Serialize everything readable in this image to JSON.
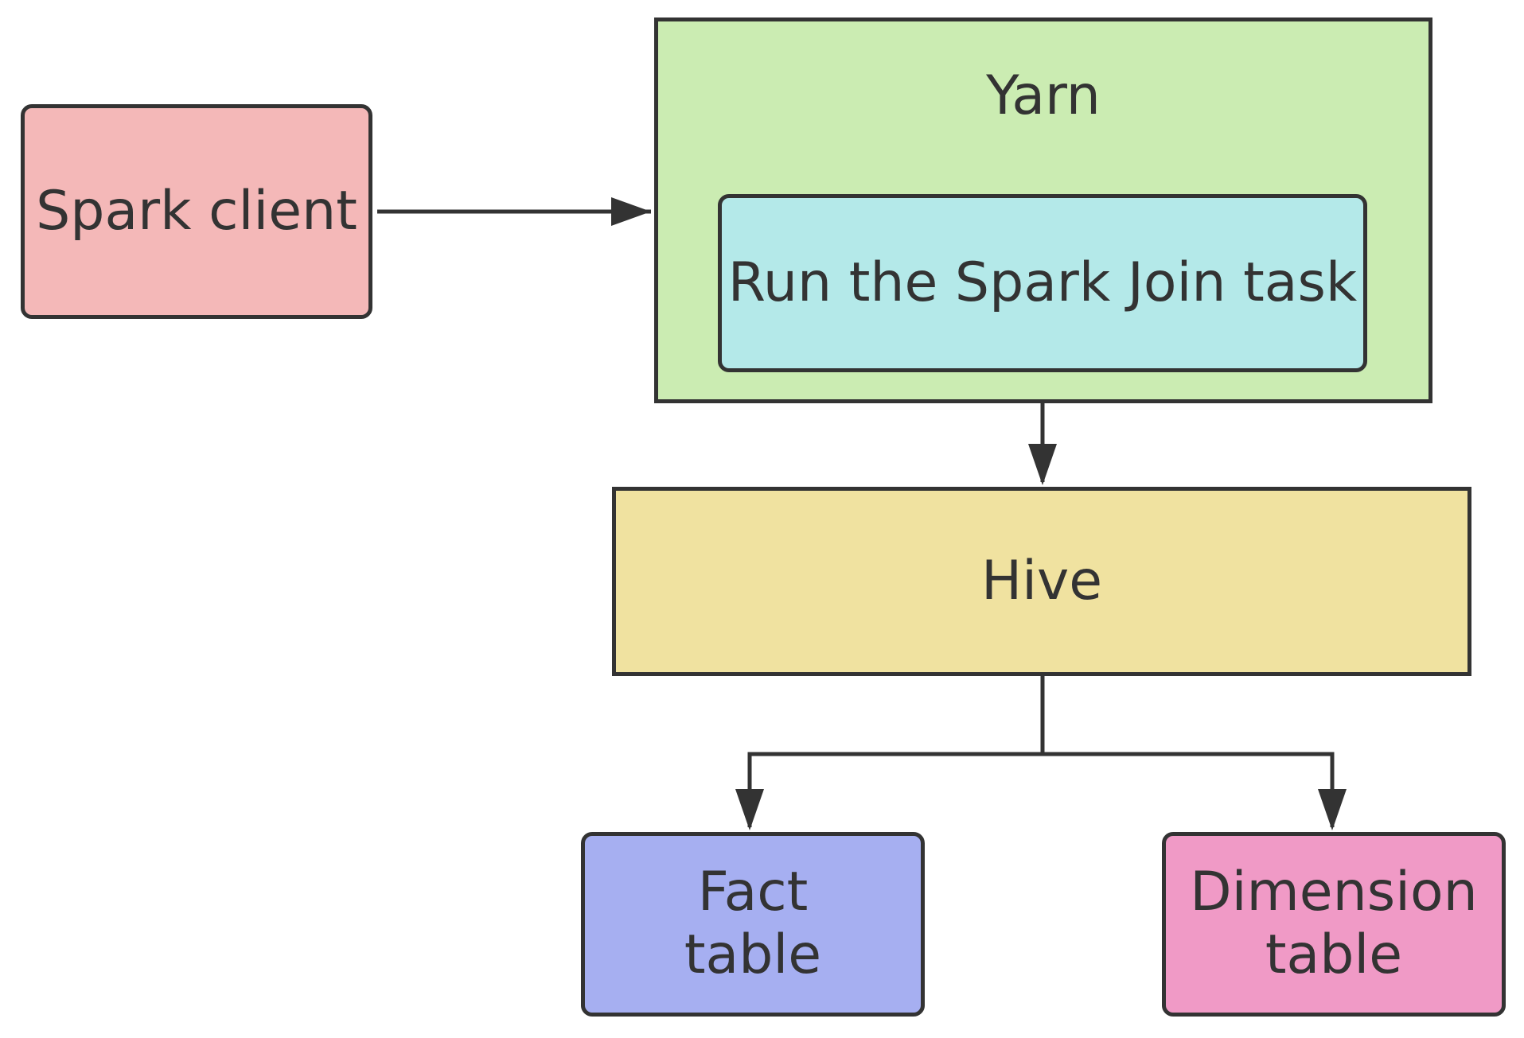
{
  "nodes": {
    "spark_client": {
      "label": "Spark client",
      "color": "#f4b8b8"
    },
    "yarn": {
      "label": "Yarn",
      "color": "#cbecb2"
    },
    "spark_join_task": {
      "label": "Run the Spark Join task",
      "color": "#b4e9e9"
    },
    "hive": {
      "label": "Hive",
      "color": "#f0e2a0"
    },
    "fact_table": {
      "line1": "Fact",
      "line2": "table",
      "color": "#a6aff1"
    },
    "dimension_table": {
      "line1": "Dimension",
      "line2": "table",
      "color": "#f09ac6"
    }
  },
  "edges": [
    {
      "from": "Spark client",
      "to": "Yarn"
    },
    {
      "from": "Run the Spark Join task",
      "to": "Hive"
    },
    {
      "from": "Hive",
      "to": "Fact table"
    },
    {
      "from": "Hive",
      "to": "Dimension table"
    }
  ],
  "colors": {
    "stroke": "#333333"
  }
}
